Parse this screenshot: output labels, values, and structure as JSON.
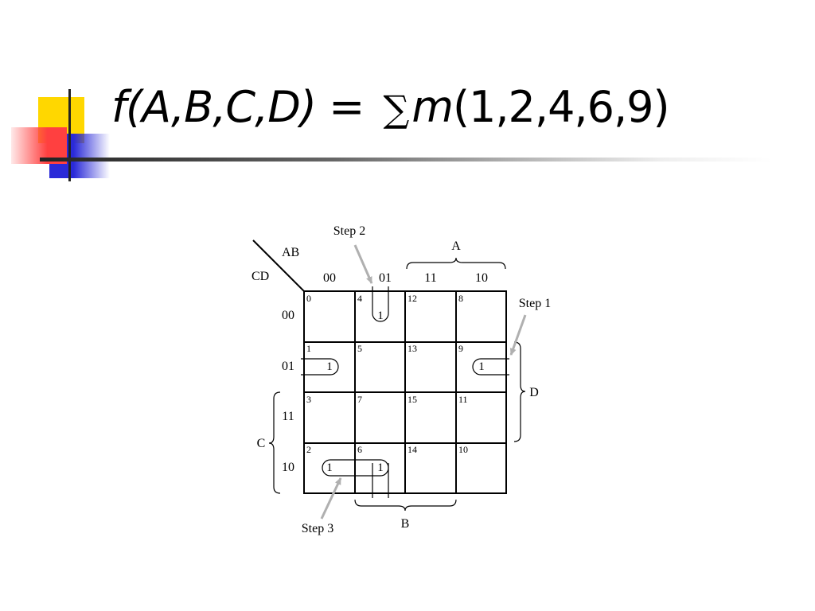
{
  "title": {
    "func": "f(A,B,C,D) = ",
    "sum": "∑",
    "m": "m",
    "terms": "(1,2,4,6,9)"
  },
  "kmap": {
    "row_var": "CD",
    "col_var": "AB",
    "col_labels": [
      "00",
      "01",
      "11",
      "10"
    ],
    "row_labels": [
      "00",
      "01",
      "11",
      "10"
    ],
    "cell_numbers": [
      [
        "0",
        "4",
        "12",
        "8"
      ],
      [
        "1",
        "5",
        "13",
        "9"
      ],
      [
        "3",
        "7",
        "15",
        "11"
      ],
      [
        "2",
        "6",
        "14",
        "10"
      ]
    ],
    "ones": [
      {
        "row": 0,
        "col": 1,
        "value": "1"
      },
      {
        "row": 1,
        "col": 0,
        "value": "1"
      },
      {
        "row": 1,
        "col": 3,
        "value": "1"
      },
      {
        "row": 3,
        "col": 0,
        "value": "1"
      },
      {
        "row": 3,
        "col": 1,
        "value": "1"
      }
    ],
    "brace_labels": {
      "A": "A",
      "B": "B",
      "C": "C",
      "D": "D"
    },
    "steps": {
      "step1": "Step 1",
      "step2": "Step 2",
      "step3": "Step 3"
    }
  },
  "colors": {
    "yellow": "#FFD700",
    "red": "#FF4040",
    "blue": "#2A2AD8",
    "arrow": "#B0B0B0"
  }
}
